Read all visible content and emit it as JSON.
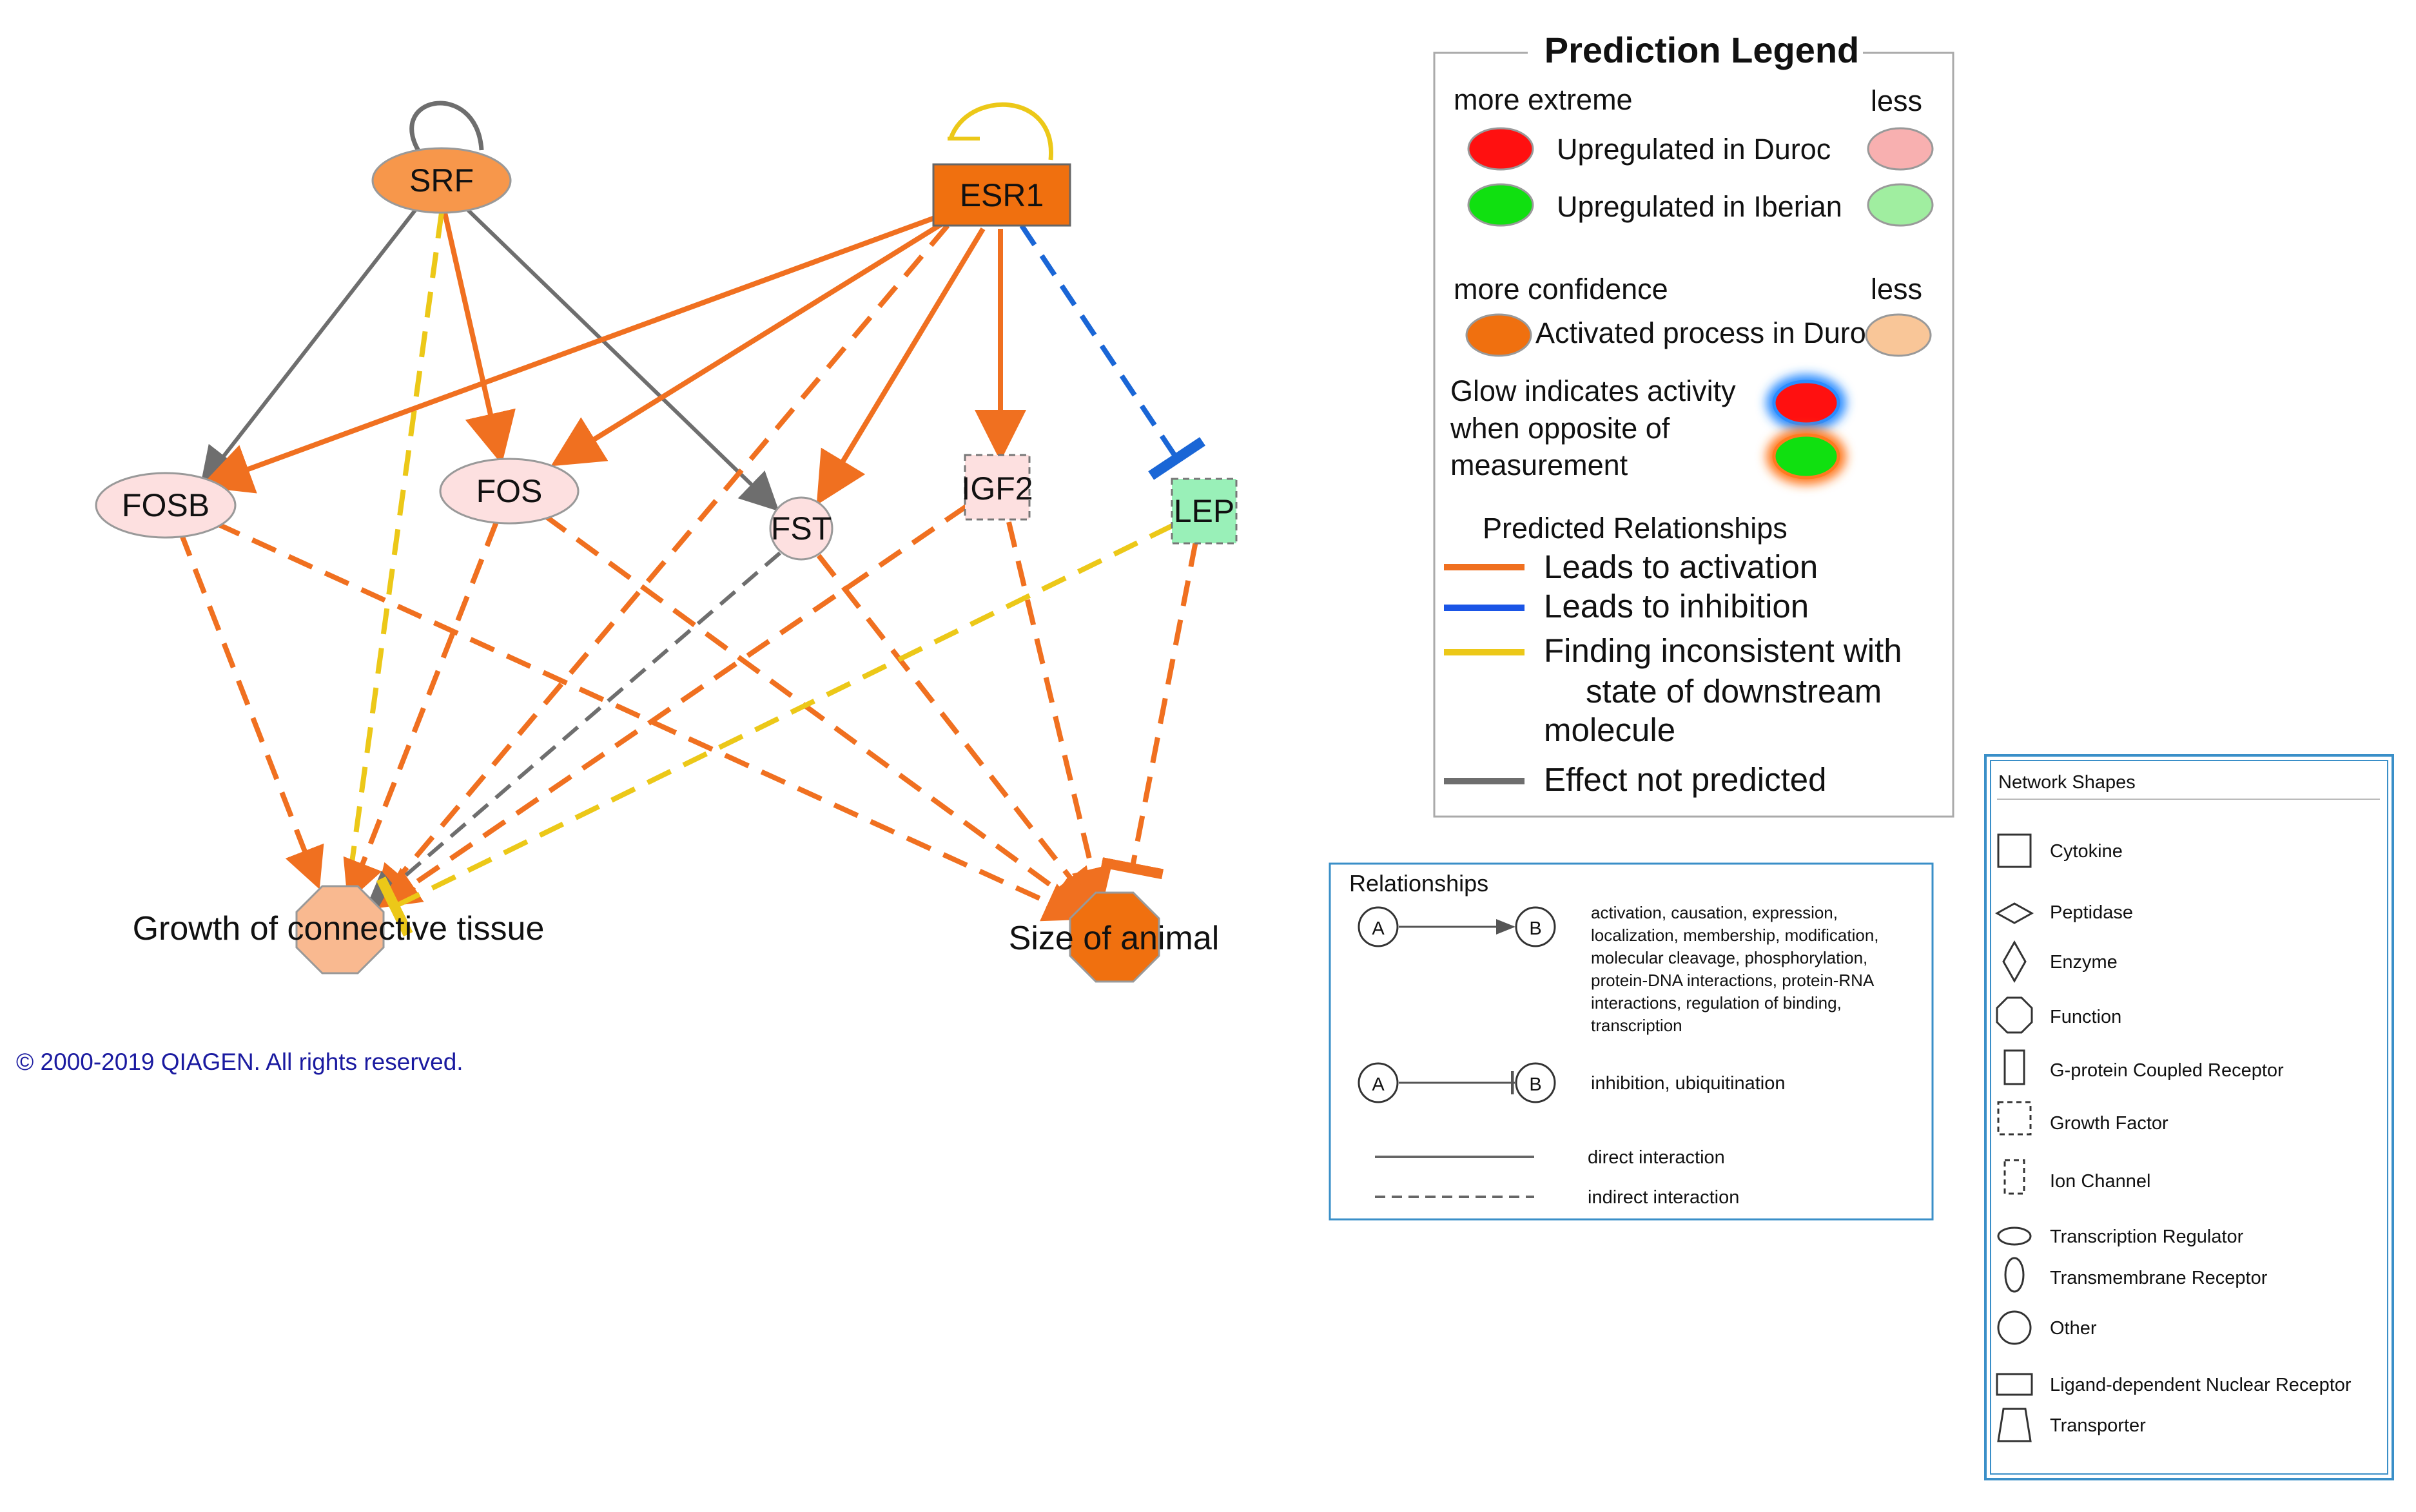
{
  "nodes": {
    "srf": "SRF",
    "esr1": "ESR1",
    "fosb": "FOSB",
    "fos": "FOS",
    "fst": "FST",
    "igf2": "IGF2",
    "lep": "LEP",
    "growth": "Growth of connective tissue",
    "size": "Size of animal"
  },
  "copyright": "© 2000-2019 QIAGEN. All rights reserved.",
  "colors": {
    "activation": "#f07020",
    "inhibition": "#1a66d6",
    "inconsistent": "#ecc818",
    "not_predicted": "#6e6e6e",
    "up_duroc": "#ff1010",
    "up_duroc_less": "#f8b0b0",
    "up_iberian": "#10e010",
    "up_iberian_less": "#a0eea0",
    "activated_process": "#f0700f",
    "activated_process_less": "#f9c698",
    "node_light_pink": "#fde0e0",
    "node_srf": "#f7974b",
    "node_lep": "#99f0b8"
  },
  "prediction_legend": {
    "title": "Prediction Legend",
    "more_extreme": "more extreme",
    "less1": "less",
    "up_duroc": "Upregulated in Duroc",
    "up_iberian": "Upregulated in Iberian",
    "more_confidence": "more confidence",
    "less2": "less",
    "activated": "Activated process in Duroc",
    "glow_1": "Glow indicates activity",
    "glow_2": "when opposite of",
    "glow_3": "measurement",
    "pred_rel": "Predicted Relationships",
    "leads_activation": "Leads to activation",
    "leads_inhibition": "Leads to inhibition",
    "inconsistent_1": "Finding inconsistent with",
    "inconsistent_2": "state of downstream",
    "inconsistent_3": "molecule",
    "not_predicted": "Effect not predicted"
  },
  "relationships": {
    "title": "Relationships",
    "a": "A",
    "b": "B",
    "activation_lines": [
      "activation, causation, expression,",
      "localization, membership, modification,",
      "molecular cleavage, phosphorylation,",
      "protein-DNA interactions, protein-RNA",
      "interactions, regulation of binding,",
      "transcription"
    ],
    "inhibition": "inhibition, ubiquitination",
    "direct": "direct interaction",
    "indirect": "indirect interaction"
  },
  "network_shapes": {
    "title": "Network Shapes",
    "items": [
      "Cytokine",
      "Peptidase",
      "Enzyme",
      "Function",
      "G-protein Coupled Receptor",
      "Growth Factor",
      "Ion Channel",
      "Transcription Regulator",
      "Transmembrane Receptor",
      "Other",
      "Ligand-dependent Nuclear Receptor",
      "Transporter"
    ]
  }
}
